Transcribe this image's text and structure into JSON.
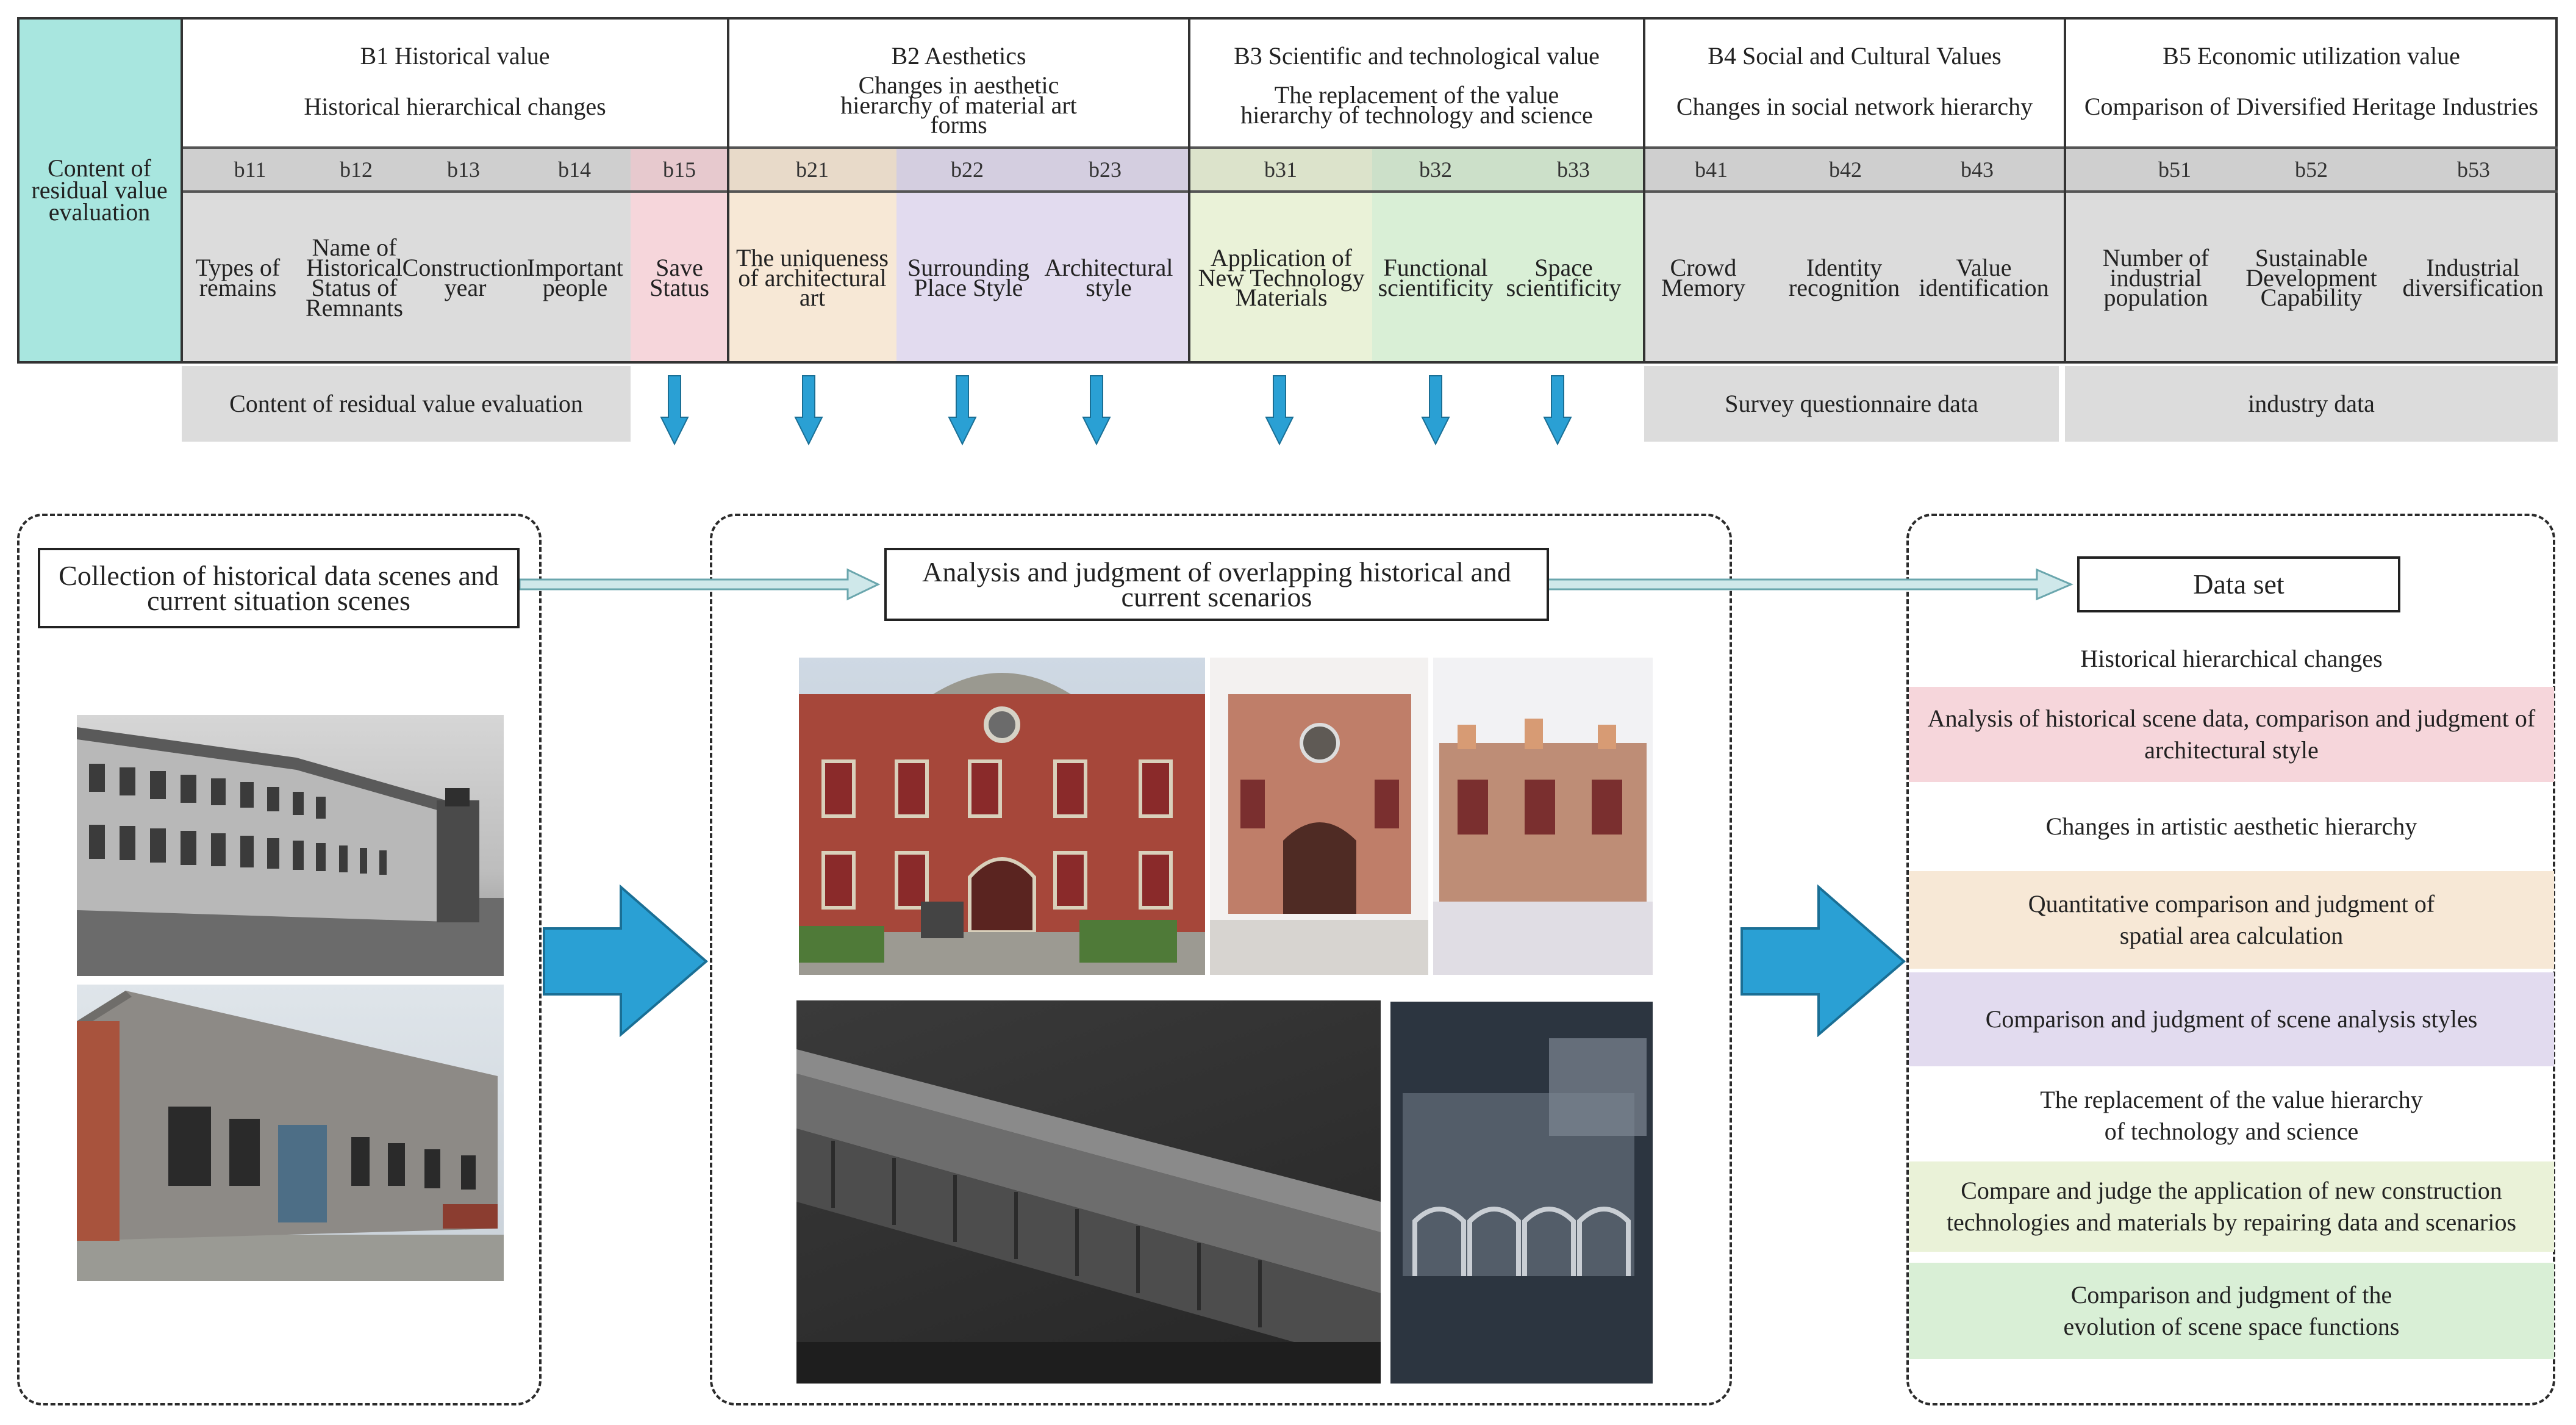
{
  "table": {
    "left_label": "Content of residual value evaluation",
    "groups": [
      {
        "title": "B1 Historical value",
        "subtitle": "Historical hierarchical changes"
      },
      {
        "title": "B2 Aesthetics",
        "subtitle": "Changes in aesthetic hierarchy of material art forms"
      },
      {
        "title": "B3 Scientific and technological value",
        "subtitle": "The replacement of the value hierarchy of technology and science"
      },
      {
        "title": "B4 Social and Cultural Values",
        "subtitle": "Changes in social network hierarchy"
      },
      {
        "title": "B5 Economic utilization value",
        "subtitle": "Comparison of Diversified Heritage Industries"
      }
    ],
    "codes": [
      "b11",
      "b12",
      "b13",
      "b14",
      "b15",
      "b21",
      "b22",
      "b23",
      "b31",
      "b32",
      "b33",
      "b41",
      "b42",
      "b43",
      "b51",
      "b52",
      "b53"
    ],
    "indicators": [
      "Types of remains",
      "Name of Historical Status of Remnants",
      "Construction year",
      "Important people",
      "Save Status",
      "The uniqueness of architectural art",
      "Surrounding Place Style",
      "Architectural style",
      "Application of New Technology Materials",
      "Functional scientificity",
      "Space scientificity",
      "Crowd Memory",
      "Identity recognition",
      "Value identification",
      "Number of industrial population",
      "Sustainable Development Capability",
      "Industrial diversification"
    ],
    "sources": {
      "left": "Content of residual value evaluation",
      "survey": "Survey questionnaire data",
      "industry": "industry data"
    }
  },
  "process": {
    "collection_title": "Collection of historical data scenes and current situation scenes",
    "analysis_title": "Analysis and judgment of overlapping historical and current scenarios",
    "dataset_title": "Data set"
  },
  "dataset": [
    "Historical hierarchical changes",
    "Analysis of historical scene data, comparison and judgment of architectural style",
    "Changes in artistic aesthetic hierarchy",
    "Quantitative comparison and judgment of spatial area calculation",
    "Comparison and judgment of scene analysis styles",
    "The replacement of the value hierarchy of technology and science",
    "Compare and judge the application of new construction technologies and materials by repairing data and scenarios",
    "Comparison and judgment of the evolution of scene space functions"
  ],
  "colors": {
    "left_label_bg": "#a8e6df",
    "b15": "#f6d6db",
    "b21": "#f7e8d6",
    "b22_b23": "#e2dbef",
    "b31": "#eaf2d8",
    "b32_b33": "#d9efd6",
    "arrow": "#2aa0d4",
    "connector": "#cfe8ea"
  }
}
